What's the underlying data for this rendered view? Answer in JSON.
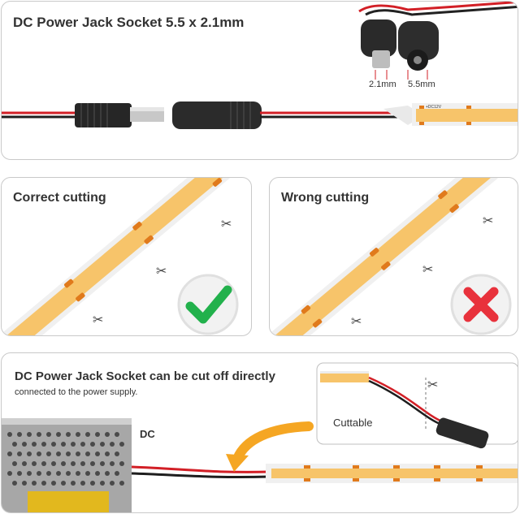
{
  "header": {
    "title": "DC Power Jack Socket 5.5 x 2.1mm",
    "dim_inner": "2.1mm",
    "dim_outer": "5.5mm"
  },
  "strip_marking": "+DC12V",
  "correct": {
    "title": "Correct cutting"
  },
  "wrong": {
    "title": "Wrong cutting"
  },
  "bottom": {
    "title": "DC Power Jack Socket can be cut off directly",
    "subtitle": "connected to the power supply.",
    "dc_label": "DC",
    "cuttable_label": "Cuttable"
  },
  "colors": {
    "strip_yellow": "#f7c46a",
    "pad_orange": "#e07a1c",
    "check_green": "#22b14c",
    "cross_red": "#e8323c",
    "wire_red": "#d21f26",
    "arrow_orange": "#f5a623"
  }
}
